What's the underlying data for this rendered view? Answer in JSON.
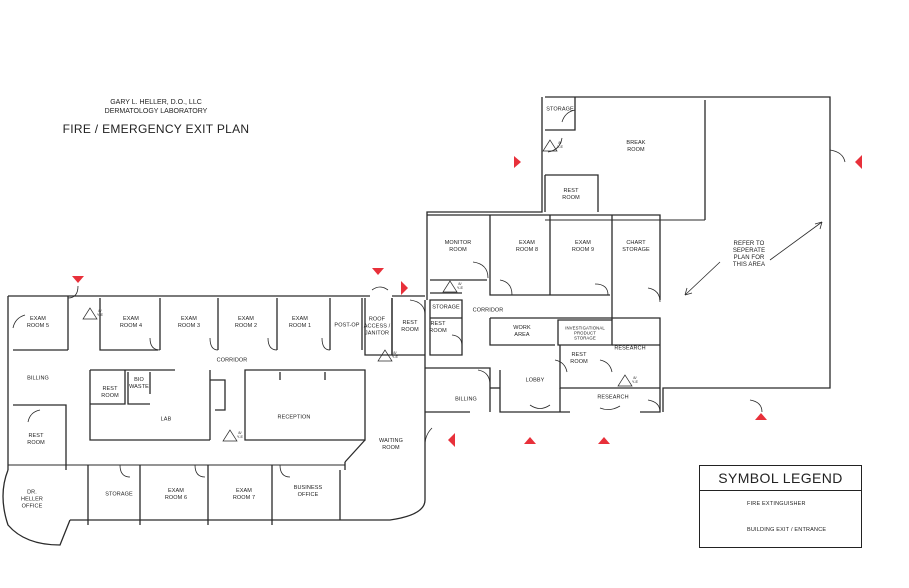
{
  "header": {
    "company": "GARY L. HELLER, D.O., LLC",
    "department": "DERMATOLOGY LABORATORY",
    "plan_title": "FIRE / EMERGENCY EXIT PLAN"
  },
  "rooms": {
    "storage_top": "STORAGE",
    "break_room": "BREAK\nROOM",
    "rest_room_top": "REST\nROOM",
    "monitor_room": "MONITOR\nROOM",
    "exam_room_8": "EXAM\nROOM 8",
    "exam_room_9": "EXAM\nROOM 9",
    "chart_storage": "CHART\nSTORAGE",
    "storage_mid": "STORAGE",
    "rest_room_mid": "REST\nROOM",
    "corridor_right": "CORRIDOR",
    "work_area": "WORK\nAREA",
    "investigational_storage": "INVESTIGATIONAL\nPRODUCT\nSTORAGE",
    "research_upper": "RESEARCH",
    "rest_room_right": "REST\nROOM",
    "lobby": "LOBBY",
    "research_lower": "RESEARCH",
    "billing_right": "BILLING",
    "exam_room_5": "EXAM\nROOM 5",
    "exam_room_4": "EXAM\nROOM 4",
    "exam_room_3": "EXAM\nROOM 3",
    "exam_room_2": "EXAM\nROOM 2",
    "exam_room_1": "EXAM\nROOM 1",
    "post_op": "POST-OP",
    "roof_access": "ROOF\nACCESS /\nJANITOR",
    "rest_room_center": "REST\nROOM",
    "corridor_left": "CORRIDOR",
    "billing_left": "BILLING",
    "rest_room_lab": "REST\nROOM",
    "bio_waste": "BIO\nWASTE",
    "lab": "LAB",
    "reception": "RECEPTION",
    "rest_room_left": "REST\nROOM",
    "waiting_room": "WAITING\nROOM",
    "dr_heller_office": "DR.\nHELLER\nOFFICE",
    "storage_bottom": "STORAGE",
    "exam_room_6": "EXAM\nROOM 6",
    "exam_room_7": "EXAM\nROOM 7",
    "business_office": "BUSINESS\nOFFICE"
  },
  "annotation": {
    "refer_note": "REFER TO\nSEPERATE\nPLAN FOR\nTHIS AREA"
  },
  "legend": {
    "title": "SYMBOL LEGEND",
    "fire_extinguisher": "FIRE EXTINGUISHER",
    "building_exit": "BUILDING EXIT / ENTRANCE",
    "extinguisher_code": "8/\nY-E"
  },
  "colors": {
    "exit_marker": "#e8303a",
    "wall": "#2a2a2a"
  }
}
